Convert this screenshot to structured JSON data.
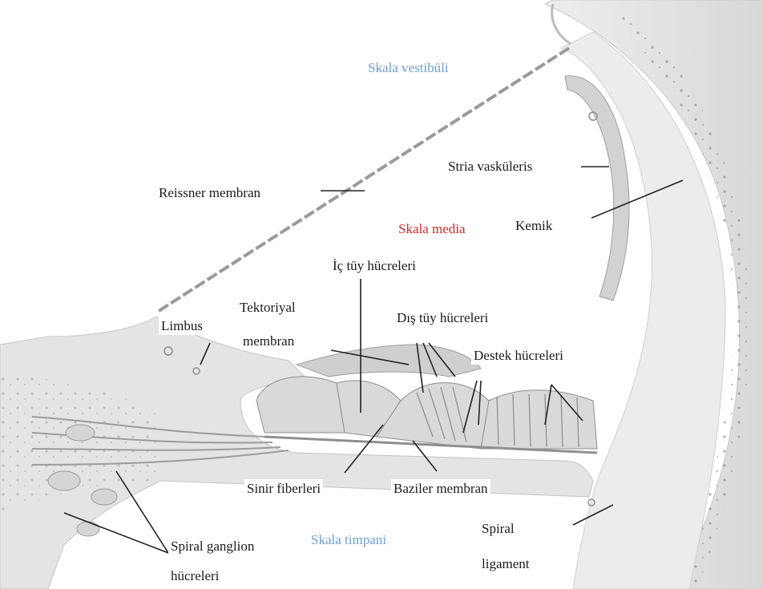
{
  "labels": {
    "skala_vestibuli": "Skala vestibüli",
    "stria_vaskuleris": "Stria vasküleris",
    "reissner_membran": "Reissner  membran",
    "skala_media": "Skala media",
    "kemik": "Kemik",
    "ic_tuy_hucreleri": "İç tüy hücreleri",
    "tektoriyal_line1": "Tektoriyal",
    "tektoriyal_line2": "membran",
    "limbus": "Limbus",
    "dis_tuy_hucreleri": "Dış tüy hücreleri",
    "destek_hucreleri": "Destek hücreleri",
    "sinir_fiberleri": "Sinir fiberleri",
    "baziler_membran": "Baziler membran",
    "spiral_ganglion_line1": "Spiral ganglion",
    "spiral_ganglion_line2": "hücreleri",
    "skala_timpani": "Skala timpani",
    "spiral_ligament_line1": "Spiral",
    "spiral_ligament_line2": "ligament"
  },
  "colors": {
    "scala_text": "#6f9fcf",
    "media_text": "#d42a2a",
    "tissue": "#e6e6e6",
    "tissue_dark": "#bdbdbd",
    "leader": "#222222"
  }
}
